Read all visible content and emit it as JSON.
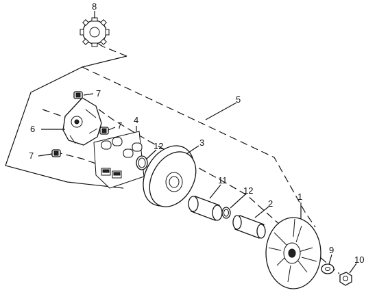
{
  "callouts": [
    {
      "id": "p1",
      "text": "1"
    },
    {
      "id": "p2",
      "text": "2"
    },
    {
      "id": "p3",
      "text": "3"
    },
    {
      "id": "p4",
      "text": "4"
    },
    {
      "id": "p5",
      "text": "5"
    },
    {
      "id": "p6",
      "text": "6"
    },
    {
      "id": "p7a",
      "text": "7"
    },
    {
      "id": "p7b",
      "text": "7"
    },
    {
      "id": "p7c",
      "text": "7"
    },
    {
      "id": "p8",
      "text": "8"
    },
    {
      "id": "p9",
      "text": "9"
    },
    {
      "id": "p10",
      "text": "10"
    },
    {
      "id": "p11",
      "text": "11"
    },
    {
      "id": "p12a",
      "text": "12"
    },
    {
      "id": "p12b",
      "text": "12"
    }
  ]
}
